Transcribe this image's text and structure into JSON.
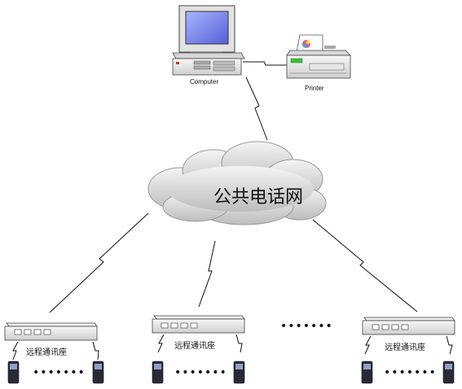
{
  "computer": {
    "label": "Computer"
  },
  "printer": {
    "label": "Printer"
  },
  "network": {
    "label": "公共电话网"
  },
  "base_stations": [
    {
      "label": "远程通讯座"
    },
    {
      "label": "远程通讯座"
    },
    {
      "label": "远程通讯座"
    }
  ],
  "ellipsis_between_stations": "•••••••",
  "ellipsis_between_handsets": "•••••••"
}
